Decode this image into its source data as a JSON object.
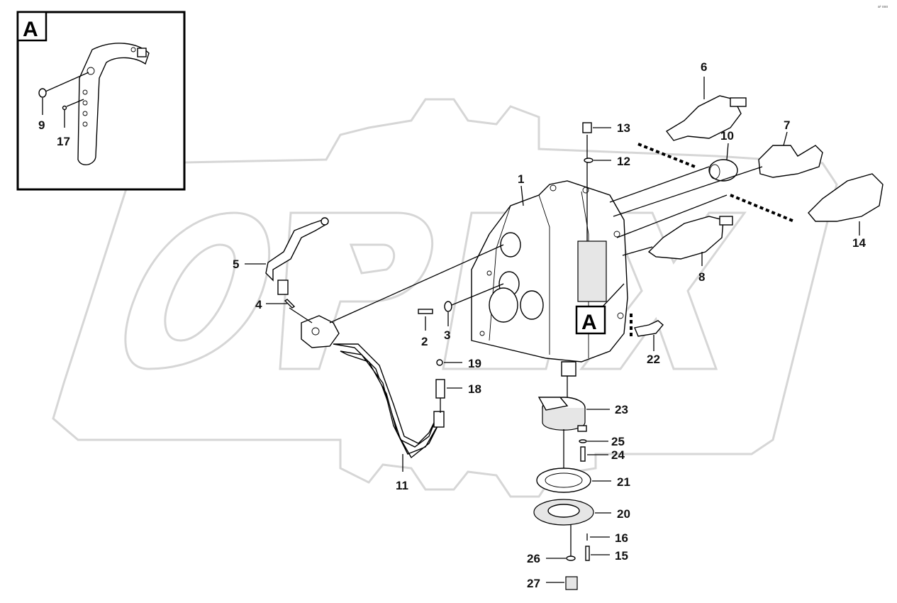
{
  "detail_view": {
    "label": "A"
  },
  "view_marker": {
    "label": "A"
  },
  "watermark": {
    "text": "OPEX"
  },
  "corner_code": "a² ooo",
  "callouts": [
    {
      "id": "1",
      "label": "1"
    },
    {
      "id": "2",
      "label": "2"
    },
    {
      "id": "3",
      "label": "3"
    },
    {
      "id": "4",
      "label": "4"
    },
    {
      "id": "5",
      "label": "5"
    },
    {
      "id": "6",
      "label": "6"
    },
    {
      "id": "7",
      "label": "7"
    },
    {
      "id": "8",
      "label": "8"
    },
    {
      "id": "9",
      "label": "9"
    },
    {
      "id": "10",
      "label": "10"
    },
    {
      "id": "11",
      "label": "11"
    },
    {
      "id": "12",
      "label": "12"
    },
    {
      "id": "13",
      "label": "13"
    },
    {
      "id": "14",
      "label": "14"
    },
    {
      "id": "15",
      "label": "15"
    },
    {
      "id": "16",
      "label": "16"
    },
    {
      "id": "17",
      "label": "17"
    },
    {
      "id": "18",
      "label": "18"
    },
    {
      "id": "19",
      "label": "19"
    },
    {
      "id": "20",
      "label": "20"
    },
    {
      "id": "21",
      "label": "21"
    },
    {
      "id": "22",
      "label": "22"
    },
    {
      "id": "23",
      "label": "23"
    },
    {
      "id": "24",
      "label": "24"
    },
    {
      "id": "25",
      "label": "25"
    },
    {
      "id": "26",
      "label": "26"
    },
    {
      "id": "27",
      "label": "27"
    }
  ]
}
